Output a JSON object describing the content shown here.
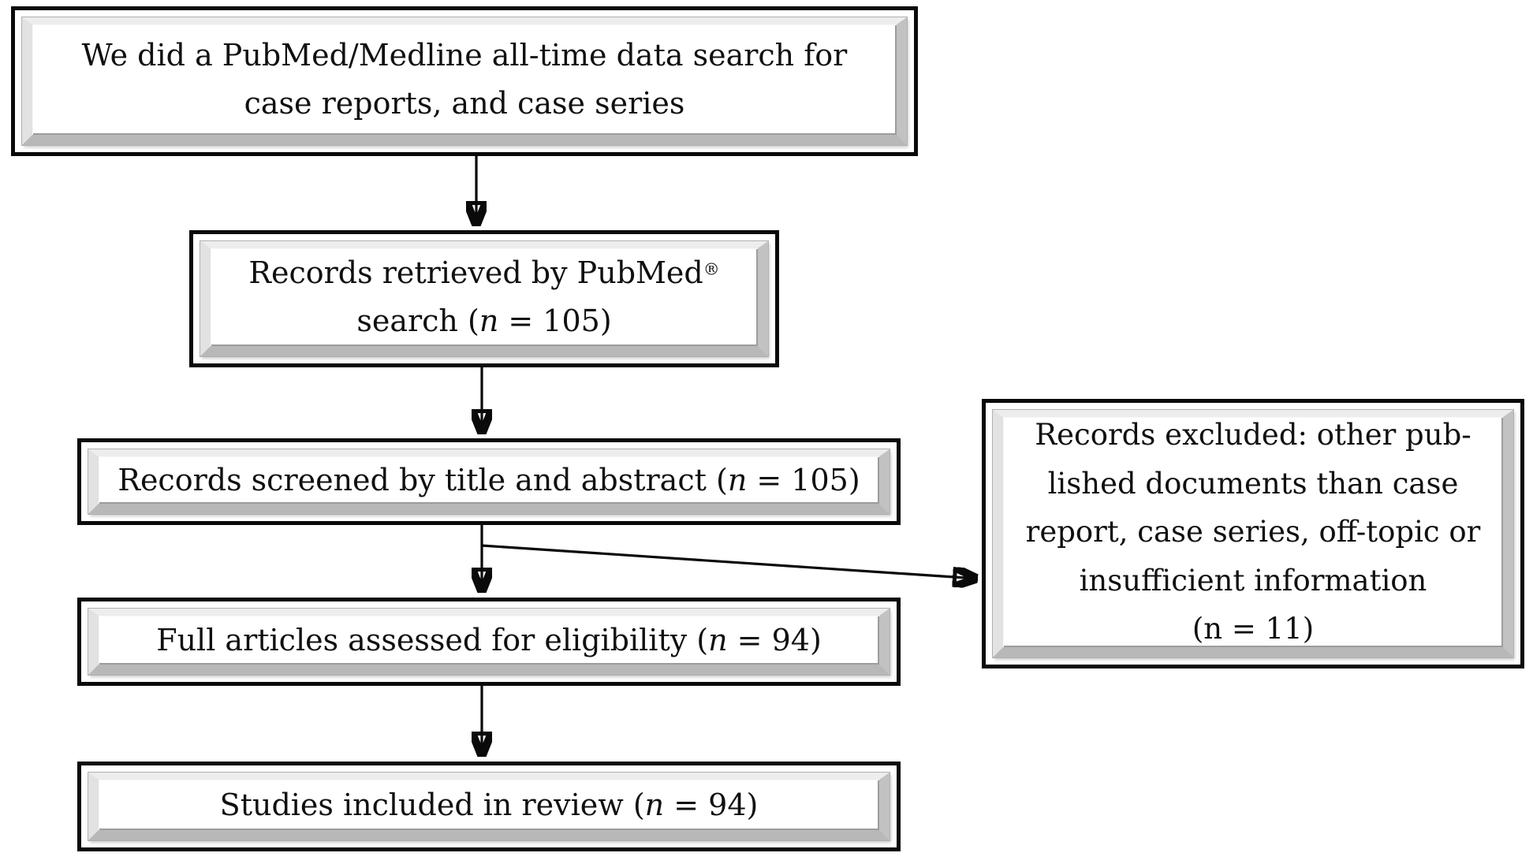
{
  "diagram": {
    "kind": "literature-search-flowchart",
    "boxes": {
      "search": {
        "line1": "We did a PubMed/Medline all-time data search for",
        "line2": "case reports, and case series"
      },
      "retrieved": {
        "line1": "Records retrieved by PubMed",
        "registered_mark": "®",
        "line2_prefix": "search (",
        "n_symbol": "n",
        "line2_suffix": " = 105)"
      },
      "screened": {
        "prefix": "Records screened by title and abstract (",
        "n_symbol": "n",
        "suffix": " = 105)"
      },
      "assessed": {
        "prefix": "Full articles assessed for eligibility (",
        "n_symbol": "n",
        "suffix": " = 94)"
      },
      "included": {
        "prefix": "Studies included in review (",
        "n_symbol": "n",
        "suffix": " = 94)"
      },
      "excluded": {
        "lines": [
          "Records excluded: other pub-",
          "lished documents than case",
          "report, case series, off-topic or",
          "insufficient information",
          "(n = 11)"
        ]
      }
    },
    "edges": [
      {
        "from": "search",
        "to": "retrieved",
        "type": "arrow-down"
      },
      {
        "from": "retrieved",
        "to": "screened",
        "type": "arrow-down"
      },
      {
        "from": "screened",
        "to": "assessed",
        "type": "arrow-down"
      },
      {
        "from": "screened",
        "to": "excluded",
        "type": "arrow-branch-right"
      },
      {
        "from": "assessed",
        "to": "included",
        "type": "arrow-down"
      }
    ],
    "colors": {
      "outer_border": "#0a0a0a",
      "background": "#ffffff",
      "text": "#101010",
      "bevel_light": "#ededed",
      "bevel_dark": "#9c9c9c",
      "arrow": "#0a0a0a"
    }
  }
}
